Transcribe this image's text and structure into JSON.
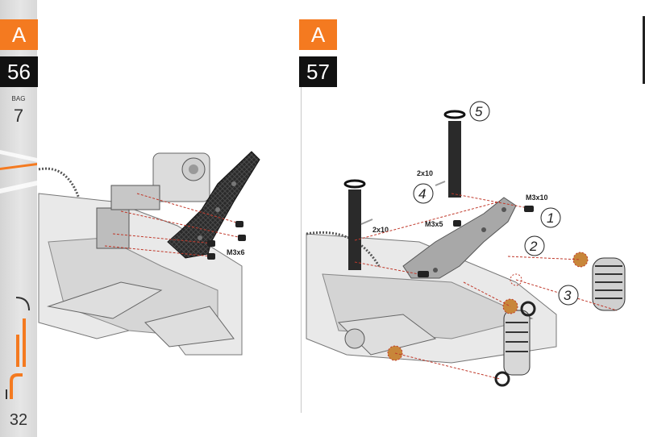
{
  "sidebar": {
    "section": "A",
    "step": "56",
    "bag_label": "BAG",
    "bag_value": "7",
    "page_number": "32"
  },
  "step_right": {
    "section": "A",
    "step": "57"
  },
  "labels": {
    "left_screw": "M3x6",
    "right_screw_1": "M3x10",
    "right_screw_2": "M3x5",
    "pin_upper": "2x10",
    "pin_lower": "2x10"
  },
  "callouts": [
    "1",
    "2",
    "3",
    "4",
    "5"
  ],
  "colors": {
    "accent_orange": "#f47a20",
    "badge_black": "#111111",
    "sidebar_gray": "#dcdcdc",
    "leader_red": "#c0392b",
    "carbon_dark": "#2a2a2a"
  }
}
